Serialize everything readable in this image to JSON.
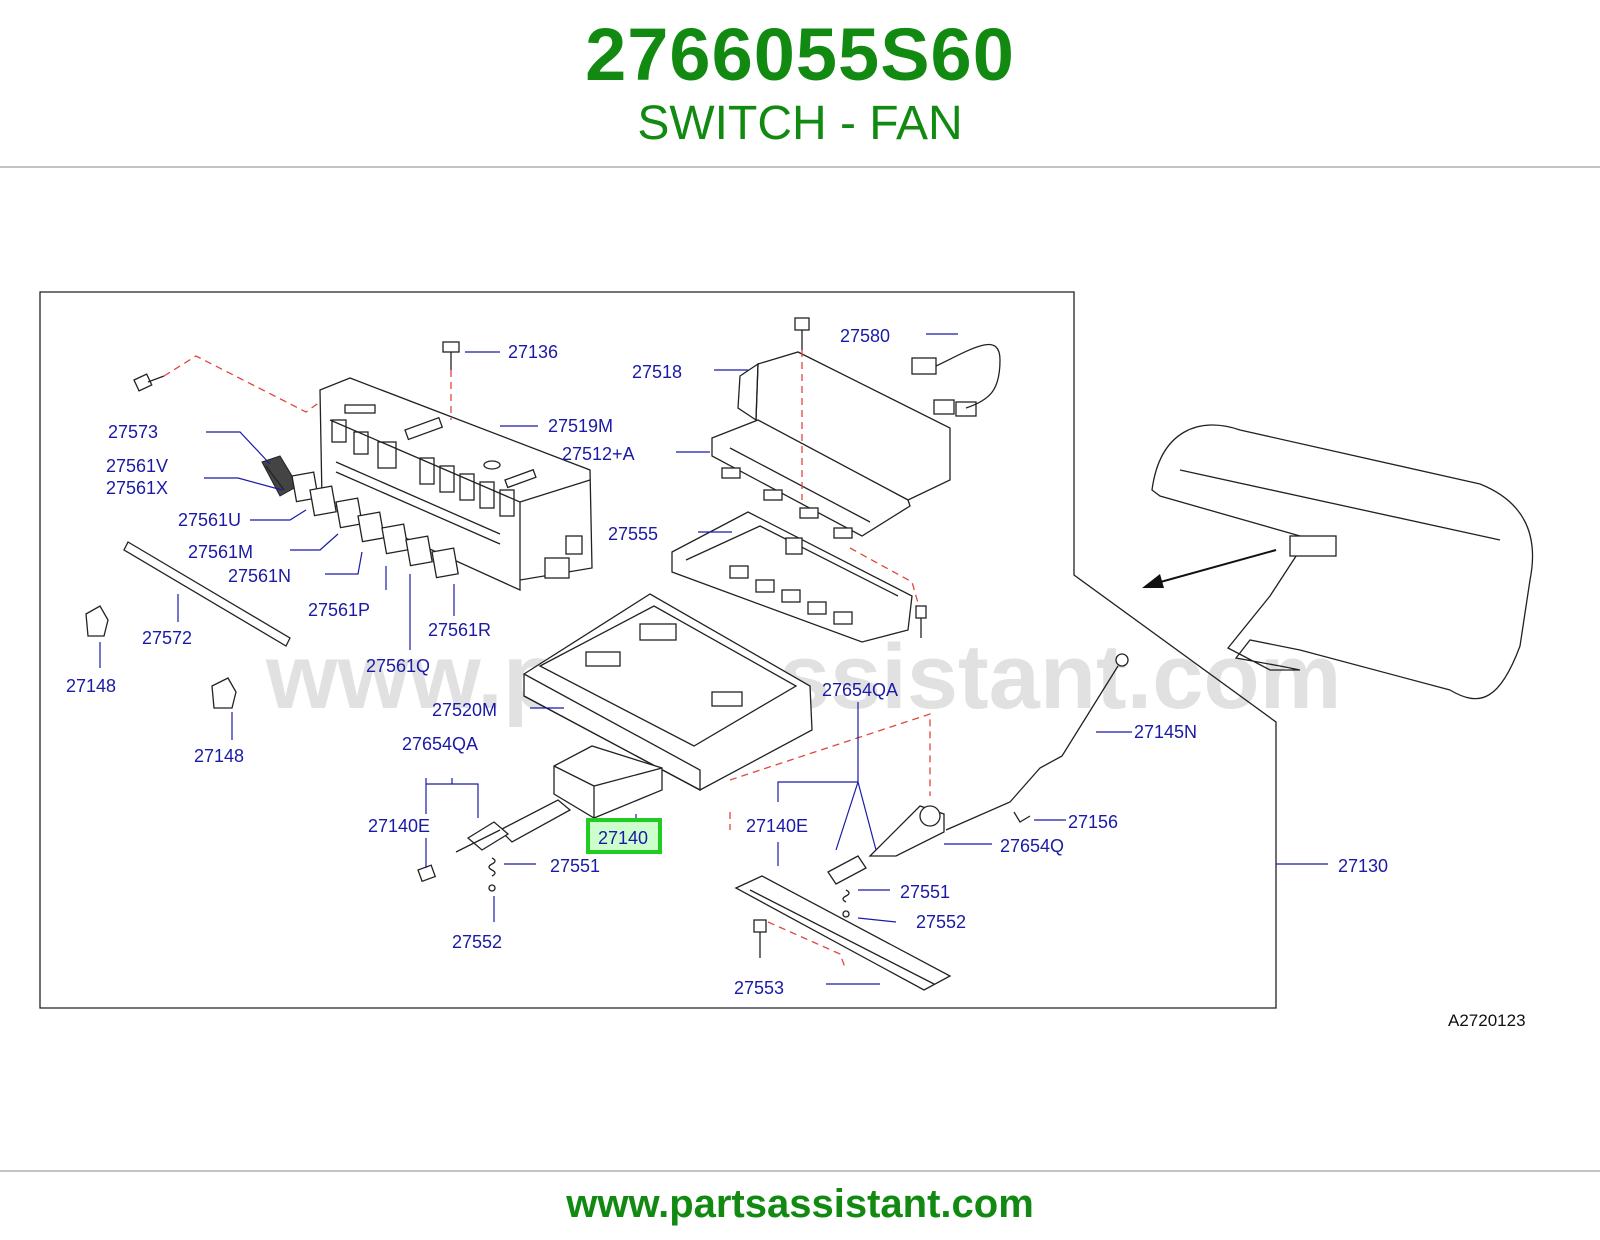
{
  "header": {
    "part_number": "2766055S60",
    "description": "SWITCH - FAN"
  },
  "diagram": {
    "watermark": "www.partsassistant.com",
    "reference_code": "A2720123",
    "highlighted_part": "27140",
    "callouts": [
      {
        "id": "c-27136",
        "label": "27136"
      },
      {
        "id": "c-27573",
        "label": "27573"
      },
      {
        "id": "c-27519M",
        "label": "27519M"
      },
      {
        "id": "c-27561V",
        "label": "27561V"
      },
      {
        "id": "c-27561X",
        "label": "27561X"
      },
      {
        "id": "c-27561U",
        "label": "27561U"
      },
      {
        "id": "c-27561M",
        "label": "27561M"
      },
      {
        "id": "c-27561N",
        "label": "27561N"
      },
      {
        "id": "c-27561P",
        "label": "27561P"
      },
      {
        "id": "c-27561R",
        "label": "27561R"
      },
      {
        "id": "c-27561Q",
        "label": "27561Q"
      },
      {
        "id": "c-27572",
        "label": "27572"
      },
      {
        "id": "c-27148a",
        "label": "27148"
      },
      {
        "id": "c-27148b",
        "label": "27148"
      },
      {
        "id": "c-27580",
        "label": "27580"
      },
      {
        "id": "c-27518",
        "label": "27518"
      },
      {
        "id": "c-27512A",
        "label": "27512+A"
      },
      {
        "id": "c-27555",
        "label": "27555"
      },
      {
        "id": "c-27520M",
        "label": "27520M"
      },
      {
        "id": "c-27654QA-l",
        "label": "27654QA"
      },
      {
        "id": "c-27654QA-r",
        "label": "27654QA"
      },
      {
        "id": "c-27140E-l",
        "label": "27140E"
      },
      {
        "id": "c-27140E-r",
        "label": "27140E"
      },
      {
        "id": "c-27551-l",
        "label": "27551"
      },
      {
        "id": "c-27551-r",
        "label": "27551"
      },
      {
        "id": "c-27552-l",
        "label": "27552"
      },
      {
        "id": "c-27552-r",
        "label": "27552"
      },
      {
        "id": "c-27553",
        "label": "27553"
      },
      {
        "id": "c-27145N",
        "label": "27145N"
      },
      {
        "id": "c-27156",
        "label": "27156"
      },
      {
        "id": "c-27654Q",
        "label": "27654Q"
      },
      {
        "id": "c-27130",
        "label": "27130"
      }
    ]
  },
  "footer": {
    "url": "www.partsassistant.com"
  },
  "colors": {
    "brand_green": "#128a12",
    "callout_blue": "#1a1aa6",
    "leader_red": "#e0473c",
    "highlight_green": "#22cc22"
  }
}
